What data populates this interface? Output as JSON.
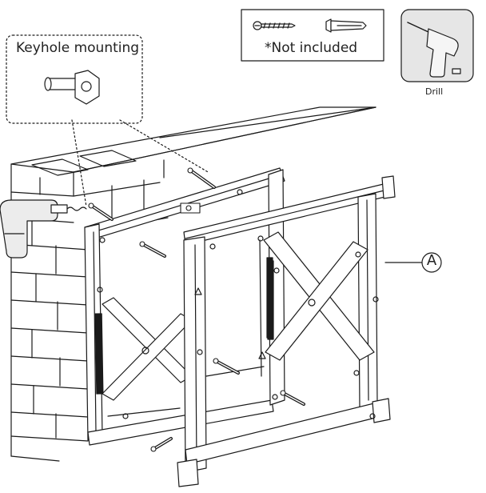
{
  "keyhole_callout": {
    "label": "Keyhole mounting"
  },
  "not_included_box": {
    "label": "*Not included",
    "items": [
      "screw-icon",
      "wall-anchor-icon"
    ]
  },
  "tool_box": {
    "label": "Drill",
    "icon": "drill-icon"
  },
  "part_callout": {
    "letter": "A"
  },
  "colors": {
    "line": "#1a1a1a",
    "tool_bg": "#e6e6e6",
    "drill_body": "#ececec"
  }
}
